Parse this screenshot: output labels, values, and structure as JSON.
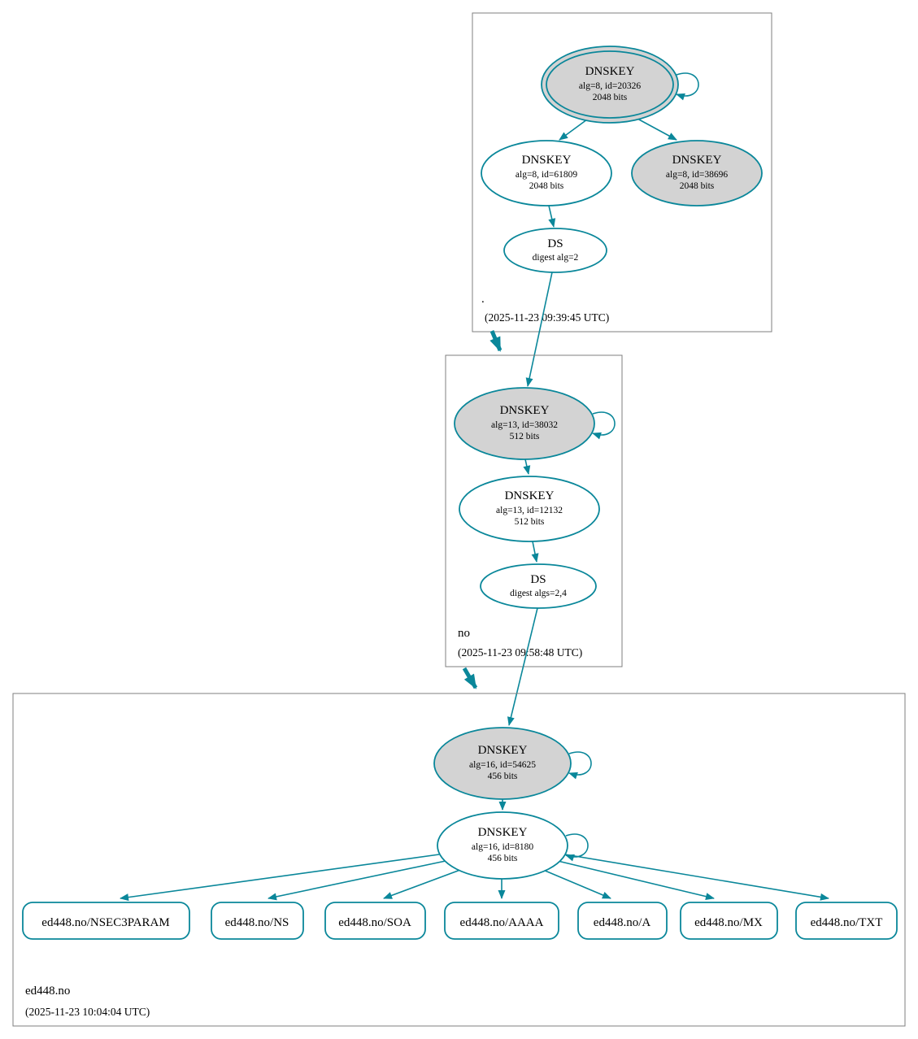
{
  "colors": {
    "secure_edge": "#0a879a",
    "ksk_fill": "#d3d3d3",
    "node_fill": "#ffffff",
    "zone_border": "#7f7f7f"
  },
  "zones": {
    "root": {
      "label": ".",
      "timestamp": "(2025-11-23 09:39:45 UTC)",
      "ksk": {
        "name": "DNSKEY",
        "detail": "alg=8, id=20326",
        "bits": "2048 bits"
      },
      "zsk": {
        "name": "DNSKEY",
        "detail": "alg=8, id=61809",
        "bits": "2048 bits"
      },
      "ksk2": {
        "name": "DNSKEY",
        "detail": "alg=8, id=38696",
        "bits": "2048 bits"
      },
      "ds": {
        "name": "DS",
        "detail": "digest alg=2"
      }
    },
    "no": {
      "label": "no",
      "timestamp": "(2025-11-23 09:58:48 UTC)",
      "ksk": {
        "name": "DNSKEY",
        "detail": "alg=13, id=38032",
        "bits": "512 bits"
      },
      "zsk": {
        "name": "DNSKEY",
        "detail": "alg=13, id=12132",
        "bits": "512 bits"
      },
      "ds": {
        "name": "DS",
        "detail": "digest algs=2,4"
      }
    },
    "ed448": {
      "label": "ed448.no",
      "timestamp": "(2025-11-23 10:04:04 UTC)",
      "ksk": {
        "name": "DNSKEY",
        "detail": "alg=16, id=54625",
        "bits": "456 bits"
      },
      "zsk": {
        "name": "DNSKEY",
        "detail": "alg=16, id=8180",
        "bits": "456 bits"
      },
      "rrsets": [
        {
          "label": "ed448.no/NSEC3PARAM"
        },
        {
          "label": "ed448.no/NS"
        },
        {
          "label": "ed448.no/SOA"
        },
        {
          "label": "ed448.no/AAAA"
        },
        {
          "label": "ed448.no/A"
        },
        {
          "label": "ed448.no/MX"
        },
        {
          "label": "ed448.no/TXT"
        }
      ]
    }
  }
}
